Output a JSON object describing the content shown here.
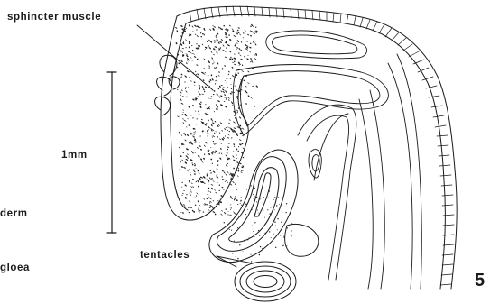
{
  "labels": {
    "sphincter": "sphincter muscle",
    "scale": "1mm",
    "derm": "derm",
    "gloea": "gloea",
    "tentacles": "tentacles",
    "figure_number": "5"
  },
  "colors": {
    "ink": "#1a1a1a",
    "paper": "#ffffff"
  }
}
